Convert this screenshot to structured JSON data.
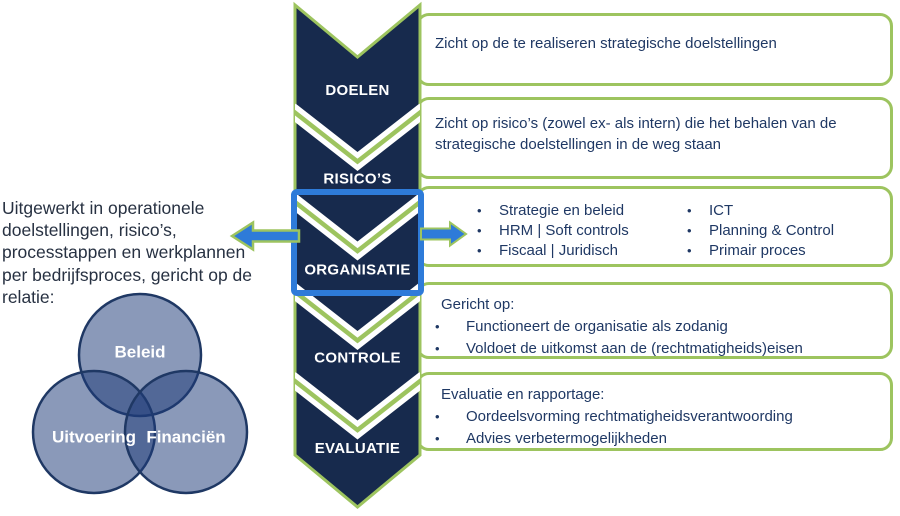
{
  "ui": {
    "bullet": "•"
  },
  "colors": {
    "chevron_navy": "#172A4D",
    "outline_green": "#9DC45F",
    "highlight_blue": "#2E7BD9",
    "box_text_navy": "#1F3864",
    "left_text": "#273142",
    "venn_fill": "#1F3C78",
    "venn_border": "#1F3864"
  },
  "left_panel": {
    "paragraph_lines": [
      "Uitgewerkt in operationele",
      "doelstellingen, risico’s,",
      "processtappen en werkplannen",
      "per bedrijfsproces, gericht op de",
      "relatie:"
    ],
    "venn": {
      "top": "Beleid",
      "bottom_left": "Uitvoering",
      "bottom_right": "Financiën"
    }
  },
  "process_steps": [
    {
      "label": "DOELEN"
    },
    {
      "label": "RISICO’S"
    },
    {
      "label": "ORGANISATIE",
      "highlighted": true
    },
    {
      "label": "CONTROLE"
    },
    {
      "label": "EVALUATIE"
    }
  ],
  "detail_boxes": [
    {
      "text": "Zicht op de te realiseren strategische doelstellingen"
    },
    {
      "text": "Zicht op risico’s (zowel ex- als intern) die het behalen van de strategische doelstellingen in de weg staan"
    },
    {
      "bullet_columns": [
        [
          "Strategie en beleid",
          "HRM | Soft controls",
          "Fiscaal | Juridisch"
        ],
        [
          "ICT",
          "Planning & Control",
          "Primair proces"
        ]
      ]
    },
    {
      "header": "Gericht op:",
      "bullets": [
        "Functioneert de organisatie als zodanig",
        "Voldoet de uitkomst aan de (rechtmatigheids)eisen"
      ]
    },
    {
      "header": "Evaluatie en rapportage:",
      "bullets": [
        "Oordeelsvorming rechtmatigheidsverantwoording",
        "Advies verbetermogelijkheden"
      ]
    }
  ]
}
